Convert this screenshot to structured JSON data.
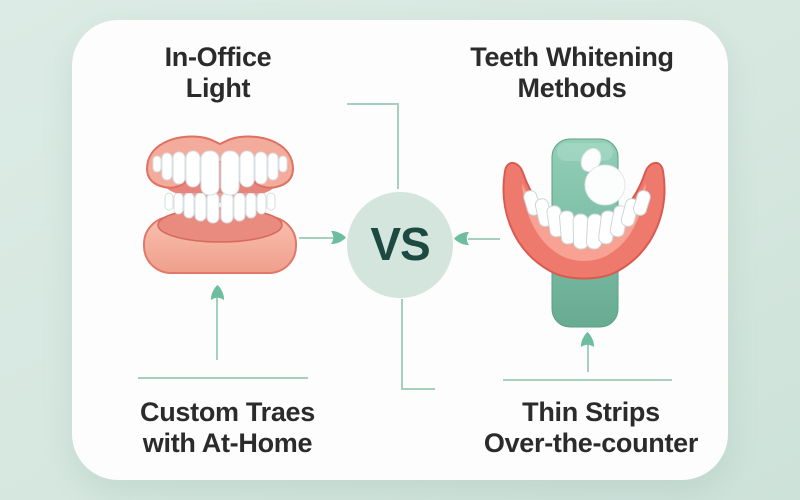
{
  "infographic": {
    "title_left": {
      "line1": "In-Office",
      "line2": "Light"
    },
    "title_right": {
      "line1": "Teeth Whitening",
      "line2": "Methods"
    },
    "caption_left": {
      "line1": "Custom Traes",
      "line2": "with At-Home"
    },
    "caption_right": {
      "line1": "Thin Strips",
      "line2": "Over-the-counter"
    },
    "vs_label": "VS"
  },
  "illustrations": {
    "left": "full-dentures-upper-and-lower-teeth",
    "right": "lower-jaw-smile-with-whitening-strip"
  },
  "colors": {
    "page_background": "#d6e7e0",
    "card_background": "#fcfdfc",
    "connector_line": "#a6d0be",
    "arrowhead": "#6fbda0",
    "vs_circle": "#d3e5dd",
    "vs_text": "#1d4a40",
    "heading_text": "#2b2b2b",
    "gum_red": "#ee7a6e",
    "denture_salmon": "#f4b0a0",
    "strip_teal": "#7fc2ab",
    "tooth_white": "#ffffff"
  }
}
